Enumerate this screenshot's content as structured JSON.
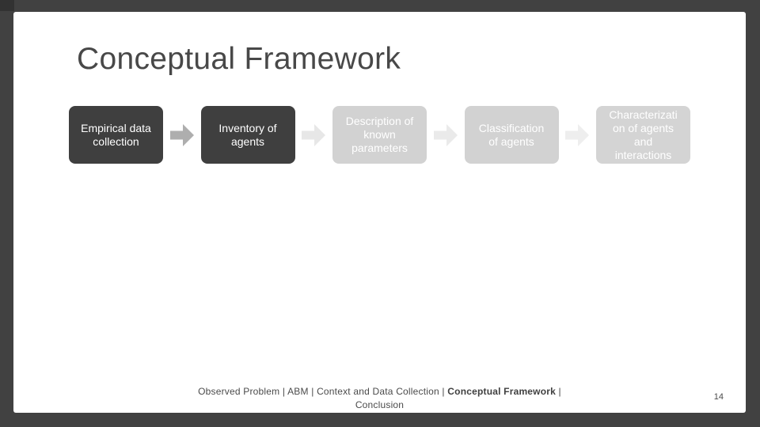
{
  "slide": {
    "title": "Conceptual Framework",
    "page_number": "14",
    "flow": {
      "steps": [
        {
          "label": "Empirical data collection",
          "lines": [
            "Empirical data",
            "collection"
          ],
          "bg": "#3f3f3f",
          "fg": "#ffffff"
        },
        {
          "label": "Inventory of agents",
          "lines": [
            "Inventory of",
            "agents"
          ],
          "bg": "#3f3f3f",
          "fg": "#ffffff"
        },
        {
          "label": "Description of known parameters",
          "lines": [
            "Description of",
            "known",
            "parameters"
          ],
          "bg": "#d2d2d2",
          "fg": "#ffffff"
        },
        {
          "label": "Classification of agents",
          "lines": [
            "Classification",
            "of agents"
          ],
          "bg": "#d2d2d2",
          "fg": "#ffffff"
        },
        {
          "label": "Characterization of agents and interactions",
          "lines": [
            "Characterizati",
            "on of agents",
            "and",
            "interactions"
          ],
          "bg": "#d4d4d4",
          "fg": "#ffffff"
        }
      ],
      "arrow_colors": [
        "#aeaeae",
        "#e7e7e7",
        "#eaeaea",
        "#eeeeee"
      ]
    },
    "footer": {
      "left_part": "Observed Problem  |  ABM  |  Context and Data Collection  |",
      "bold_part": "Conceptual Framework",
      "right_part": "|",
      "line2": "Conclusion"
    },
    "colors": {
      "frame": "#414141",
      "corner_accent": "#323232",
      "slide_background": "#ffffff",
      "title_text": "#484848",
      "footer_text": "#4a4a4a",
      "dark_box": "#3f3f3f",
      "light_box": "#d2d2d2",
      "box_text": "#ffffff"
    }
  }
}
